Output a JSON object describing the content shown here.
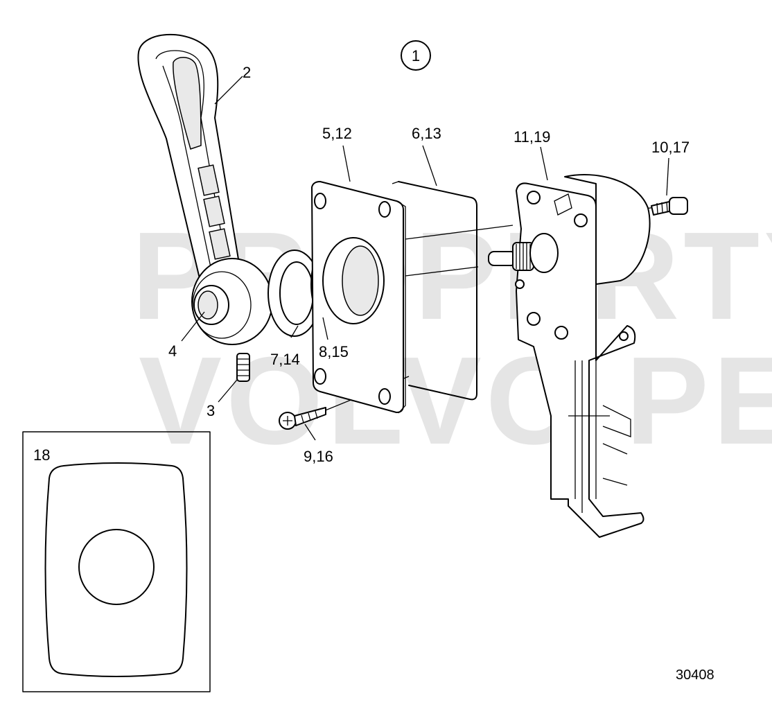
{
  "diagram": {
    "circled_number": "1",
    "drawing_number": "30408",
    "watermark": [
      "PROPERTY OF",
      "VOLVO PENTA"
    ],
    "callouts": {
      "lever": "2",
      "set_screw": "3",
      "knob": "4",
      "plate": "5,12",
      "gasket": "6,13",
      "washer": "7,14",
      "o_ring": "8,15",
      "wood_screw": "9,16",
      "bolt": "10,17",
      "control_unit": "11,19",
      "cover_plate": "18"
    }
  }
}
